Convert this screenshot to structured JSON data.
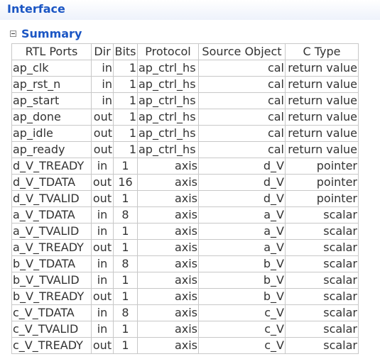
{
  "interface": {
    "title": "Interface"
  },
  "summary": {
    "title": "Summary",
    "toggle_symbol": "minus",
    "columns": [
      "RTL Ports",
      "Dir",
      "Bits",
      "Protocol",
      "Source Object",
      "C Type"
    ],
    "rows": [
      [
        "ap_clk",
        "in",
        "1",
        "ap_ctrl_hs",
        "cal",
        "return value"
      ],
      [
        "ap_rst_n",
        "in",
        "1",
        "ap_ctrl_hs",
        "cal",
        "return value"
      ],
      [
        "ap_start",
        "in",
        "1",
        "ap_ctrl_hs",
        "cal",
        "return value"
      ],
      [
        "ap_done",
        "out",
        "1",
        "ap_ctrl_hs",
        "cal",
        "return value"
      ],
      [
        "ap_idle",
        "out",
        "1",
        "ap_ctrl_hs",
        "cal",
        "return value"
      ],
      [
        "ap_ready",
        "out",
        "1",
        "ap_ctrl_hs",
        "cal",
        "return value"
      ],
      [
        "d_V_TREADY",
        "in",
        "1",
        "axis",
        "d_V",
        "pointer"
      ],
      [
        "d_V_TDATA",
        "out",
        "16",
        "axis",
        "d_V",
        "pointer"
      ],
      [
        "d_V_TVALID",
        "out",
        "1",
        "axis",
        "d_V",
        "pointer"
      ],
      [
        "a_V_TDATA",
        "in",
        "8",
        "axis",
        "a_V",
        "scalar"
      ],
      [
        "a_V_TVALID",
        "in",
        "1",
        "axis",
        "a_V",
        "scalar"
      ],
      [
        "a_V_TREADY",
        "out",
        "1",
        "axis",
        "a_V",
        "scalar"
      ],
      [
        "b_V_TDATA",
        "in",
        "8",
        "axis",
        "b_V",
        "scalar"
      ],
      [
        "b_V_TVALID",
        "in",
        "1",
        "axis",
        "b_V",
        "scalar"
      ],
      [
        "b_V_TREADY",
        "out",
        "1",
        "axis",
        "b_V",
        "scalar"
      ],
      [
        "c_V_TDATA",
        "in",
        "8",
        "axis",
        "c_V",
        "scalar"
      ],
      [
        "c_V_TVALID",
        "in",
        "1",
        "axis",
        "c_V",
        "scalar"
      ],
      [
        "c_V_TREADY",
        "out",
        "1",
        "axis",
        "c_V",
        "scalar"
      ]
    ]
  },
  "colors": {
    "heading": "#1b56c4",
    "text": "#333333",
    "border": "#c8c8c8"
  }
}
